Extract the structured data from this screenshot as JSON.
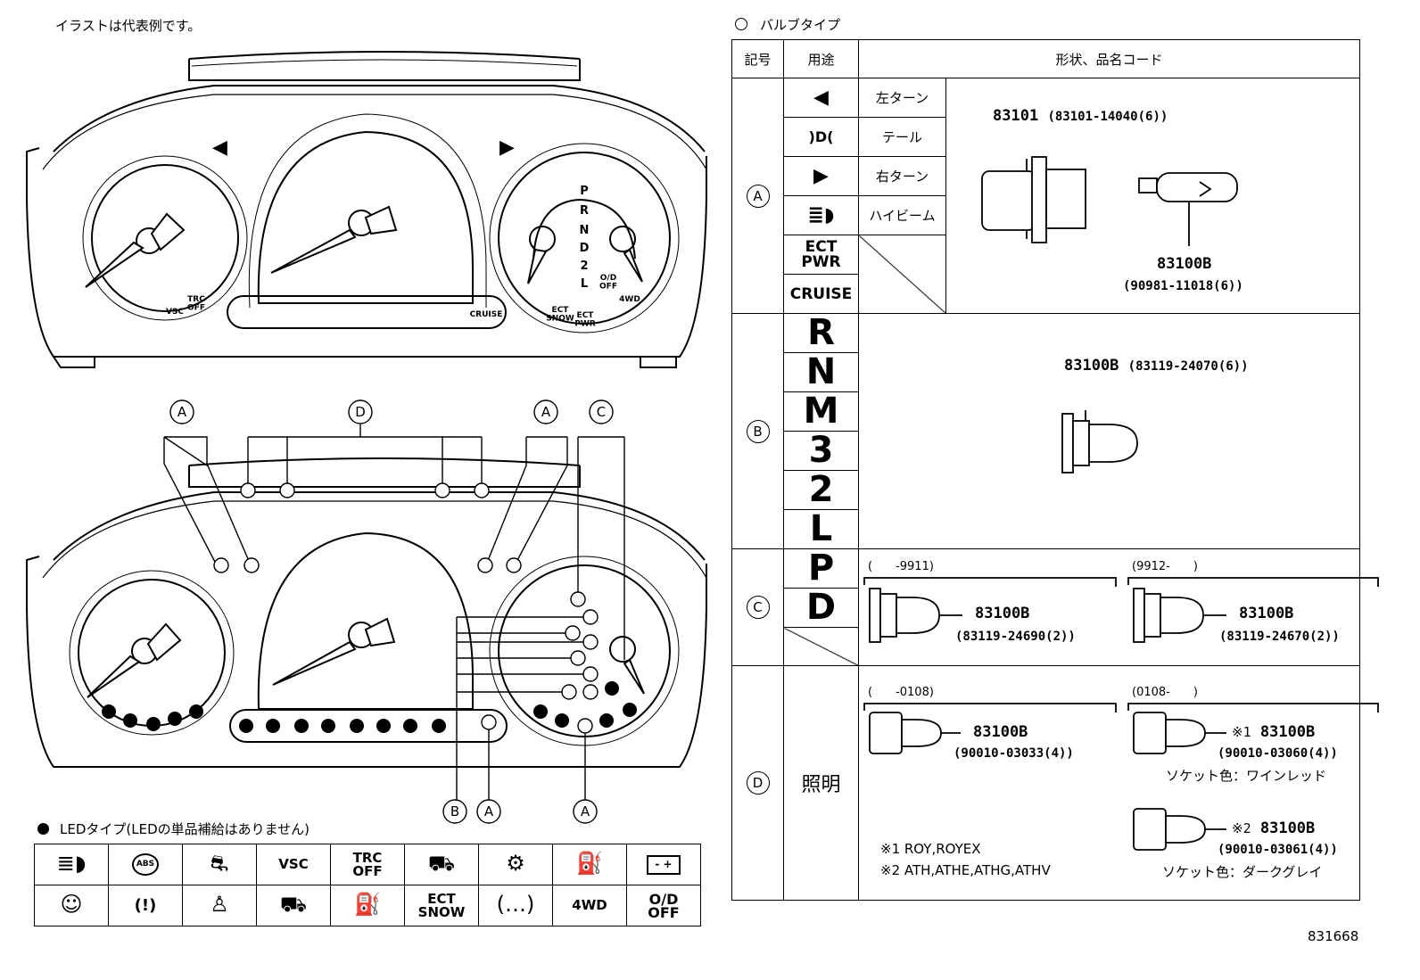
{
  "top_note": "イラストは代表例です。",
  "bulb_section_title": "バルブタイプ",
  "bulb_table": {
    "headers": {
      "symbol": "記号",
      "use": "用途",
      "shape": "形状、品名コード"
    },
    "row_a": {
      "symbol": "A",
      "uses": [
        {
          "icon": "left-turn-arrow",
          "label": "左ターン"
        },
        {
          "icon": "tail-light",
          "label": "テール"
        },
        {
          "icon": "right-turn-arrow",
          "label": "右ターン"
        },
        {
          "icon": "high-beam",
          "label": "ハイビーム"
        },
        {
          "text": "ECT\nPWR"
        },
        {
          "text": "CRUISE"
        }
      ],
      "part1_code": "83101",
      "part1_detail": "(83101-14040(6))",
      "part2_code": "83100B",
      "part2_detail": "(90981-11018(6))"
    },
    "row_b": {
      "symbol": "B",
      "letters": [
        "R",
        "N",
        "M",
        "3",
        "2",
        "L"
      ],
      "part_code": "83100B",
      "part_detail": "(83119-24070(6))"
    },
    "row_c": {
      "symbol": "C",
      "letters": [
        "P",
        "D"
      ],
      "left_range": "(　　-9911)",
      "left_code": "83100B",
      "left_detail": "(83119-24690(2))",
      "right_range": "(9912-　　)",
      "right_code": "83100B",
      "right_detail": "(83119-24670(2))"
    },
    "row_d": {
      "symbol": "D",
      "use": "照明",
      "left_range": "(　　-0108)",
      "left_code": "83100B",
      "left_detail": "(90010-03033(4))",
      "right_range": "(0108-　　)",
      "mark1": "※1",
      "right1_code": "83100B",
      "right1_detail": "(90010-03060(4))",
      "socket1": "ソケット色：ワインレッド",
      "mark2": "※2",
      "right2_code": "83100B",
      "right2_detail": "(90010-03061(4))",
      "socket2": "ソケット色：ダークグレイ",
      "note1": "※1 ROY,ROYEX",
      "note2": "※2 ATH,ATHE,ATHG,ATHV"
    }
  },
  "led_section_title": "LEDタイプ(LEDの単品補給はありません)",
  "led_table": {
    "row1": [
      "headlight-leveling-icon",
      "ABS",
      "slip-icon",
      "VSC",
      "TRC\nOFF",
      "door-icon",
      "engine-icon",
      "oil-icon",
      "battery-icon"
    ],
    "row2": [
      "airbag-icon",
      "(!)",
      "seatbelt-icon",
      "door-open-icon",
      "fuel-icon",
      "ECT\nSNOW",
      "tire-pressure-icon",
      "4WD",
      "O/D\nOFF"
    ]
  },
  "diagram_labels": {
    "gear_letters": [
      "P",
      "R",
      "N",
      "D",
      "2",
      "L"
    ],
    "od_off": "O/D\nOFF",
    "four_wd": "4WD",
    "ect_snow": "ECT\nSNOW",
    "ect_pwr": "ECT\nPWR",
    "trc_off": "TRC\nOFF",
    "vsc": "VSC",
    "cruise": "CRUISE",
    "callouts_top": [
      "A",
      "D",
      "A",
      "C"
    ],
    "callouts_bottom": [
      "B",
      "A",
      "A"
    ]
  },
  "figure_number": "831668"
}
